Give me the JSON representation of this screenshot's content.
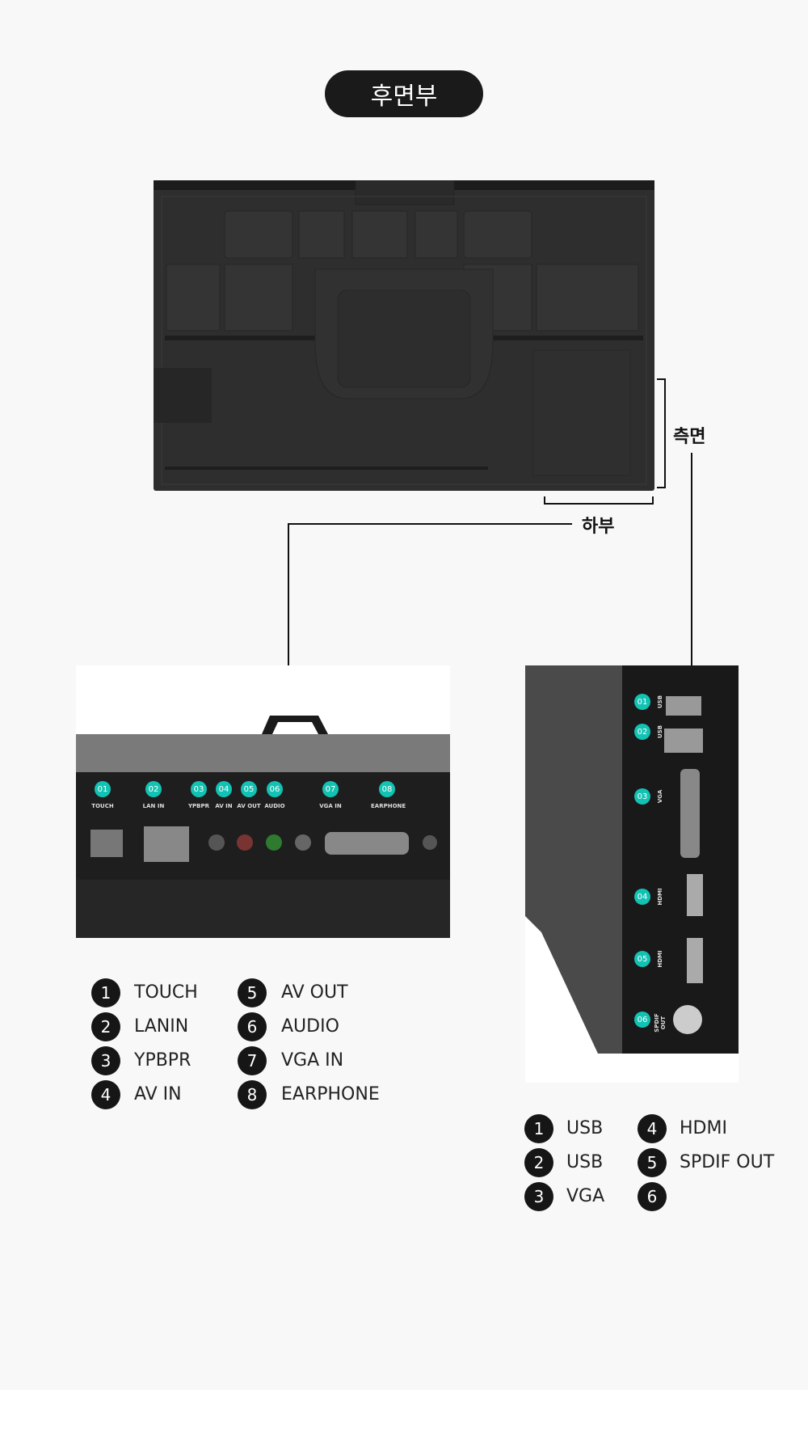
{
  "title": "후면부",
  "labels": {
    "side": "측면",
    "bottom": "하부"
  },
  "bottom_ports": [
    {
      "num": "01",
      "label": "TOUCH"
    },
    {
      "num": "02",
      "label": "LAN IN"
    },
    {
      "num": "03",
      "label": "YPBPR"
    },
    {
      "num": "04",
      "label": "AV IN"
    },
    {
      "num": "05",
      "label": "AV OUT"
    },
    {
      "num": "06",
      "label": "AUDIO"
    },
    {
      "num": "07",
      "label": "VGA IN"
    },
    {
      "num": "08",
      "label": "EARPHONE"
    }
  ],
  "side_ports": [
    {
      "num": "01",
      "label": "USB"
    },
    {
      "num": "02",
      "label": "USB"
    },
    {
      "num": "03",
      "label": "VGA"
    },
    {
      "num": "04",
      "label": "HDMI"
    },
    {
      "num": "05",
      "label": "HDMI"
    },
    {
      "num": "06",
      "label": "SPDIF OUT"
    }
  ],
  "bottom_legend": [
    {
      "n": "1",
      "label": "TOUCH"
    },
    {
      "n": "2",
      "label": "LANIN"
    },
    {
      "n": "3",
      "label": "YPBPR"
    },
    {
      "n": "4",
      "label": "AV IN"
    },
    {
      "n": "5",
      "label": "AV OUT"
    },
    {
      "n": "6",
      "label": "AUDIO"
    },
    {
      "n": "7",
      "label": "VGA IN"
    },
    {
      "n": "8",
      "label": "EARPHONE"
    }
  ],
  "side_legend": [
    {
      "n": "1",
      "label": "USB"
    },
    {
      "n": "2",
      "label": "USB"
    },
    {
      "n": "3",
      "label": "VGA"
    },
    {
      "n": "4",
      "label": "HDMI"
    },
    {
      "n": "5",
      "label": "SPDIF OUT"
    },
    {
      "n": "6",
      "label": ""
    }
  ],
  "colors": {
    "accent": "#12c2b3",
    "dark": "#161616",
    "background": "#f8f8f8"
  }
}
